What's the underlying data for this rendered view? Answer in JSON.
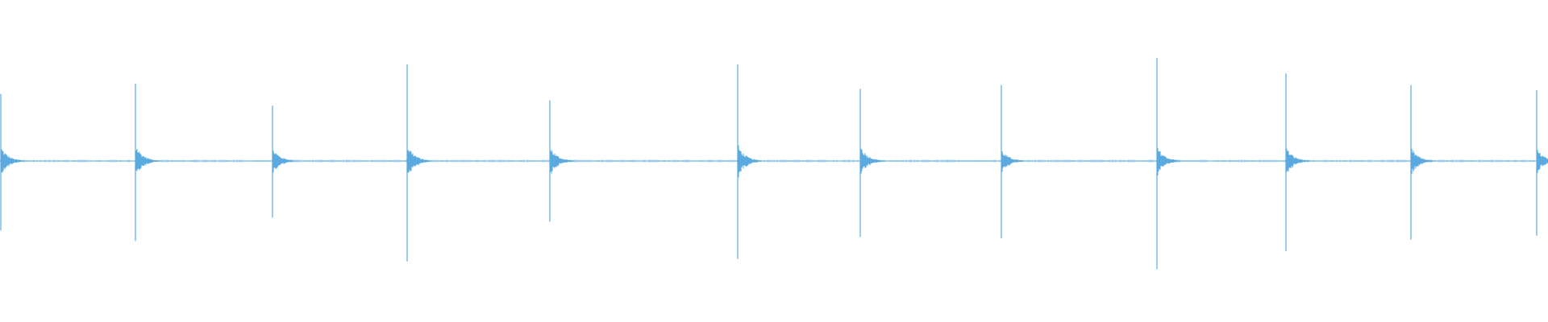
{
  "waveform": {
    "color": "#5aaae0",
    "background": "#ffffff",
    "baseline_visible": true,
    "transients": [
      {
        "id": 1,
        "peak": 0.52,
        "trough": 0.54,
        "decay": 0.35
      },
      {
        "id": 2,
        "peak": 0.6,
        "trough": 0.62,
        "decay": 0.4
      },
      {
        "id": 3,
        "peak": 0.43,
        "trough": 0.44,
        "decay": 0.32
      },
      {
        "id": 4,
        "peak": 0.75,
        "trough": 0.78,
        "decay": 0.42
      },
      {
        "id": 5,
        "peak": 0.47,
        "trough": 0.47,
        "decay": 0.36
      },
      {
        "id": 6,
        "peak": 0.75,
        "trough": 0.76,
        "decay": 0.4
      },
      {
        "id": 7,
        "peak": 0.56,
        "trough": 0.59,
        "decay": 0.38
      },
      {
        "id": 8,
        "peak": 0.59,
        "trough": 0.6,
        "decay": 0.28
      },
      {
        "id": 9,
        "peak": 0.8,
        "trough": 0.84,
        "decay": 0.36
      },
      {
        "id": 10,
        "peak": 0.68,
        "trough": 0.7,
        "decay": 0.34
      },
      {
        "id": 11,
        "peak": 0.59,
        "trough": 0.61,
        "decay": 0.33
      },
      {
        "id": 12,
        "peak": 0.55,
        "trough": 0.58,
        "decay": 0.3
      }
    ]
  }
}
